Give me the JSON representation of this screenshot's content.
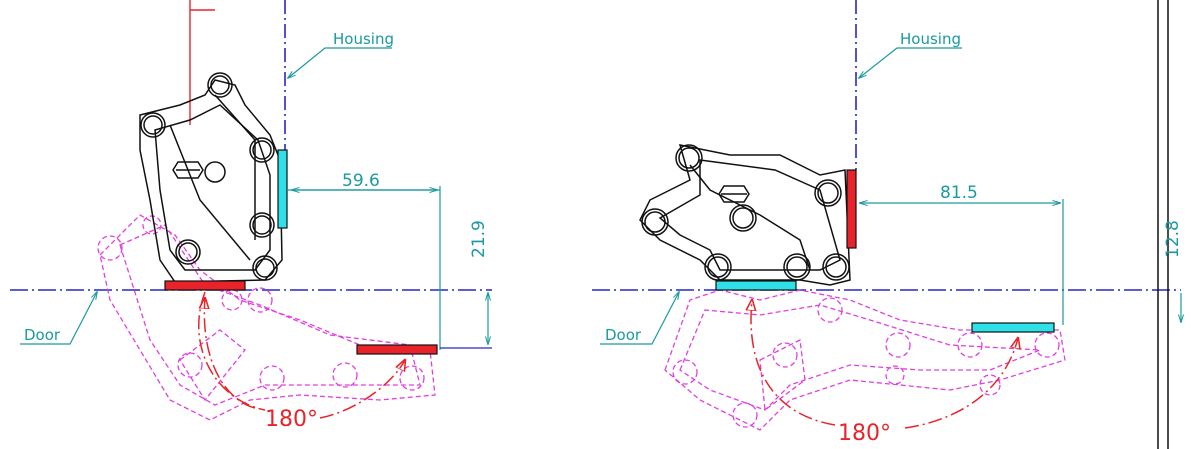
{
  "colors": {
    "door_line": "#2727c8",
    "housing_line": "#2727c8",
    "dimension": "#1a9aa0",
    "rotation_arc": "#e8242a",
    "hinge_closed": "#111111",
    "hinge_open": "#e040e0",
    "plate_red": "#e8242a",
    "plate_cyan": "#2ee0e8"
  },
  "left_view": {
    "housing_label": "Housing",
    "door_label": "Door",
    "dim_horizontal": "59.6",
    "dim_vertical": "21.9",
    "rotation_label": "180°"
  },
  "right_view": {
    "housing_label": "Housing",
    "door_label": "Door",
    "dim_horizontal": "81.5",
    "dim_vertical": "12.8",
    "rotation_label": "180°"
  }
}
